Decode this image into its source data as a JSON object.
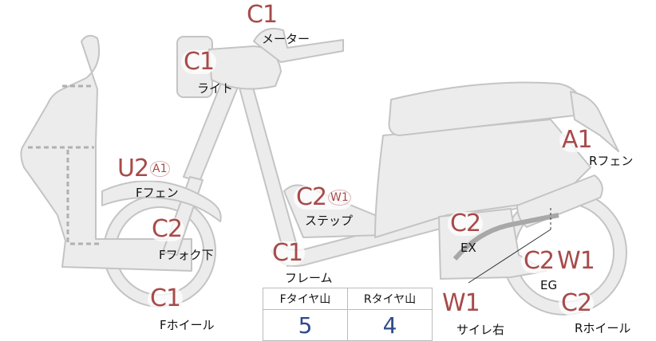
{
  "colors": {
    "code_text": "#a84a4a",
    "part_fill": "#ececec",
    "part_stroke": "#c4c4c4",
    "value_text": "#2f4a8a"
  },
  "parts": {
    "meter": {
      "codes": [
        "C1"
      ],
      "label": "メーター"
    },
    "light": {
      "codes": [
        "C1"
      ],
      "label": "ライト"
    },
    "f_fender": {
      "codes": [
        "U2",
        "A1"
      ],
      "label": "Fフェン"
    },
    "step": {
      "codes": [
        "C2",
        "W1"
      ],
      "label": "ステップ"
    },
    "f_fork": {
      "codes": [
        "C2"
      ],
      "label": "Fフォク下"
    },
    "frame": {
      "codes": [
        "C1"
      ],
      "label": "フレーム"
    },
    "f_wheel": {
      "codes": [
        "C1"
      ],
      "label": "Fホイール"
    },
    "r_fender": {
      "codes": [
        "A1"
      ],
      "label": "Rフェン"
    },
    "exhaust": {
      "codes": [
        "C2"
      ],
      "label": "EX"
    },
    "engine": {
      "codes": [
        "C2",
        "W1"
      ],
      "label": "EG"
    },
    "r_wheel": {
      "codes": [
        "C2"
      ],
      "label": "Rホイール"
    },
    "muffler": {
      "codes": [
        "W1"
      ],
      "label": "サイレ右"
    }
  },
  "tread_table": {
    "headers": [
      "Fタイヤ山",
      "Rタイヤ山"
    ],
    "values": [
      "5",
      "4"
    ]
  }
}
